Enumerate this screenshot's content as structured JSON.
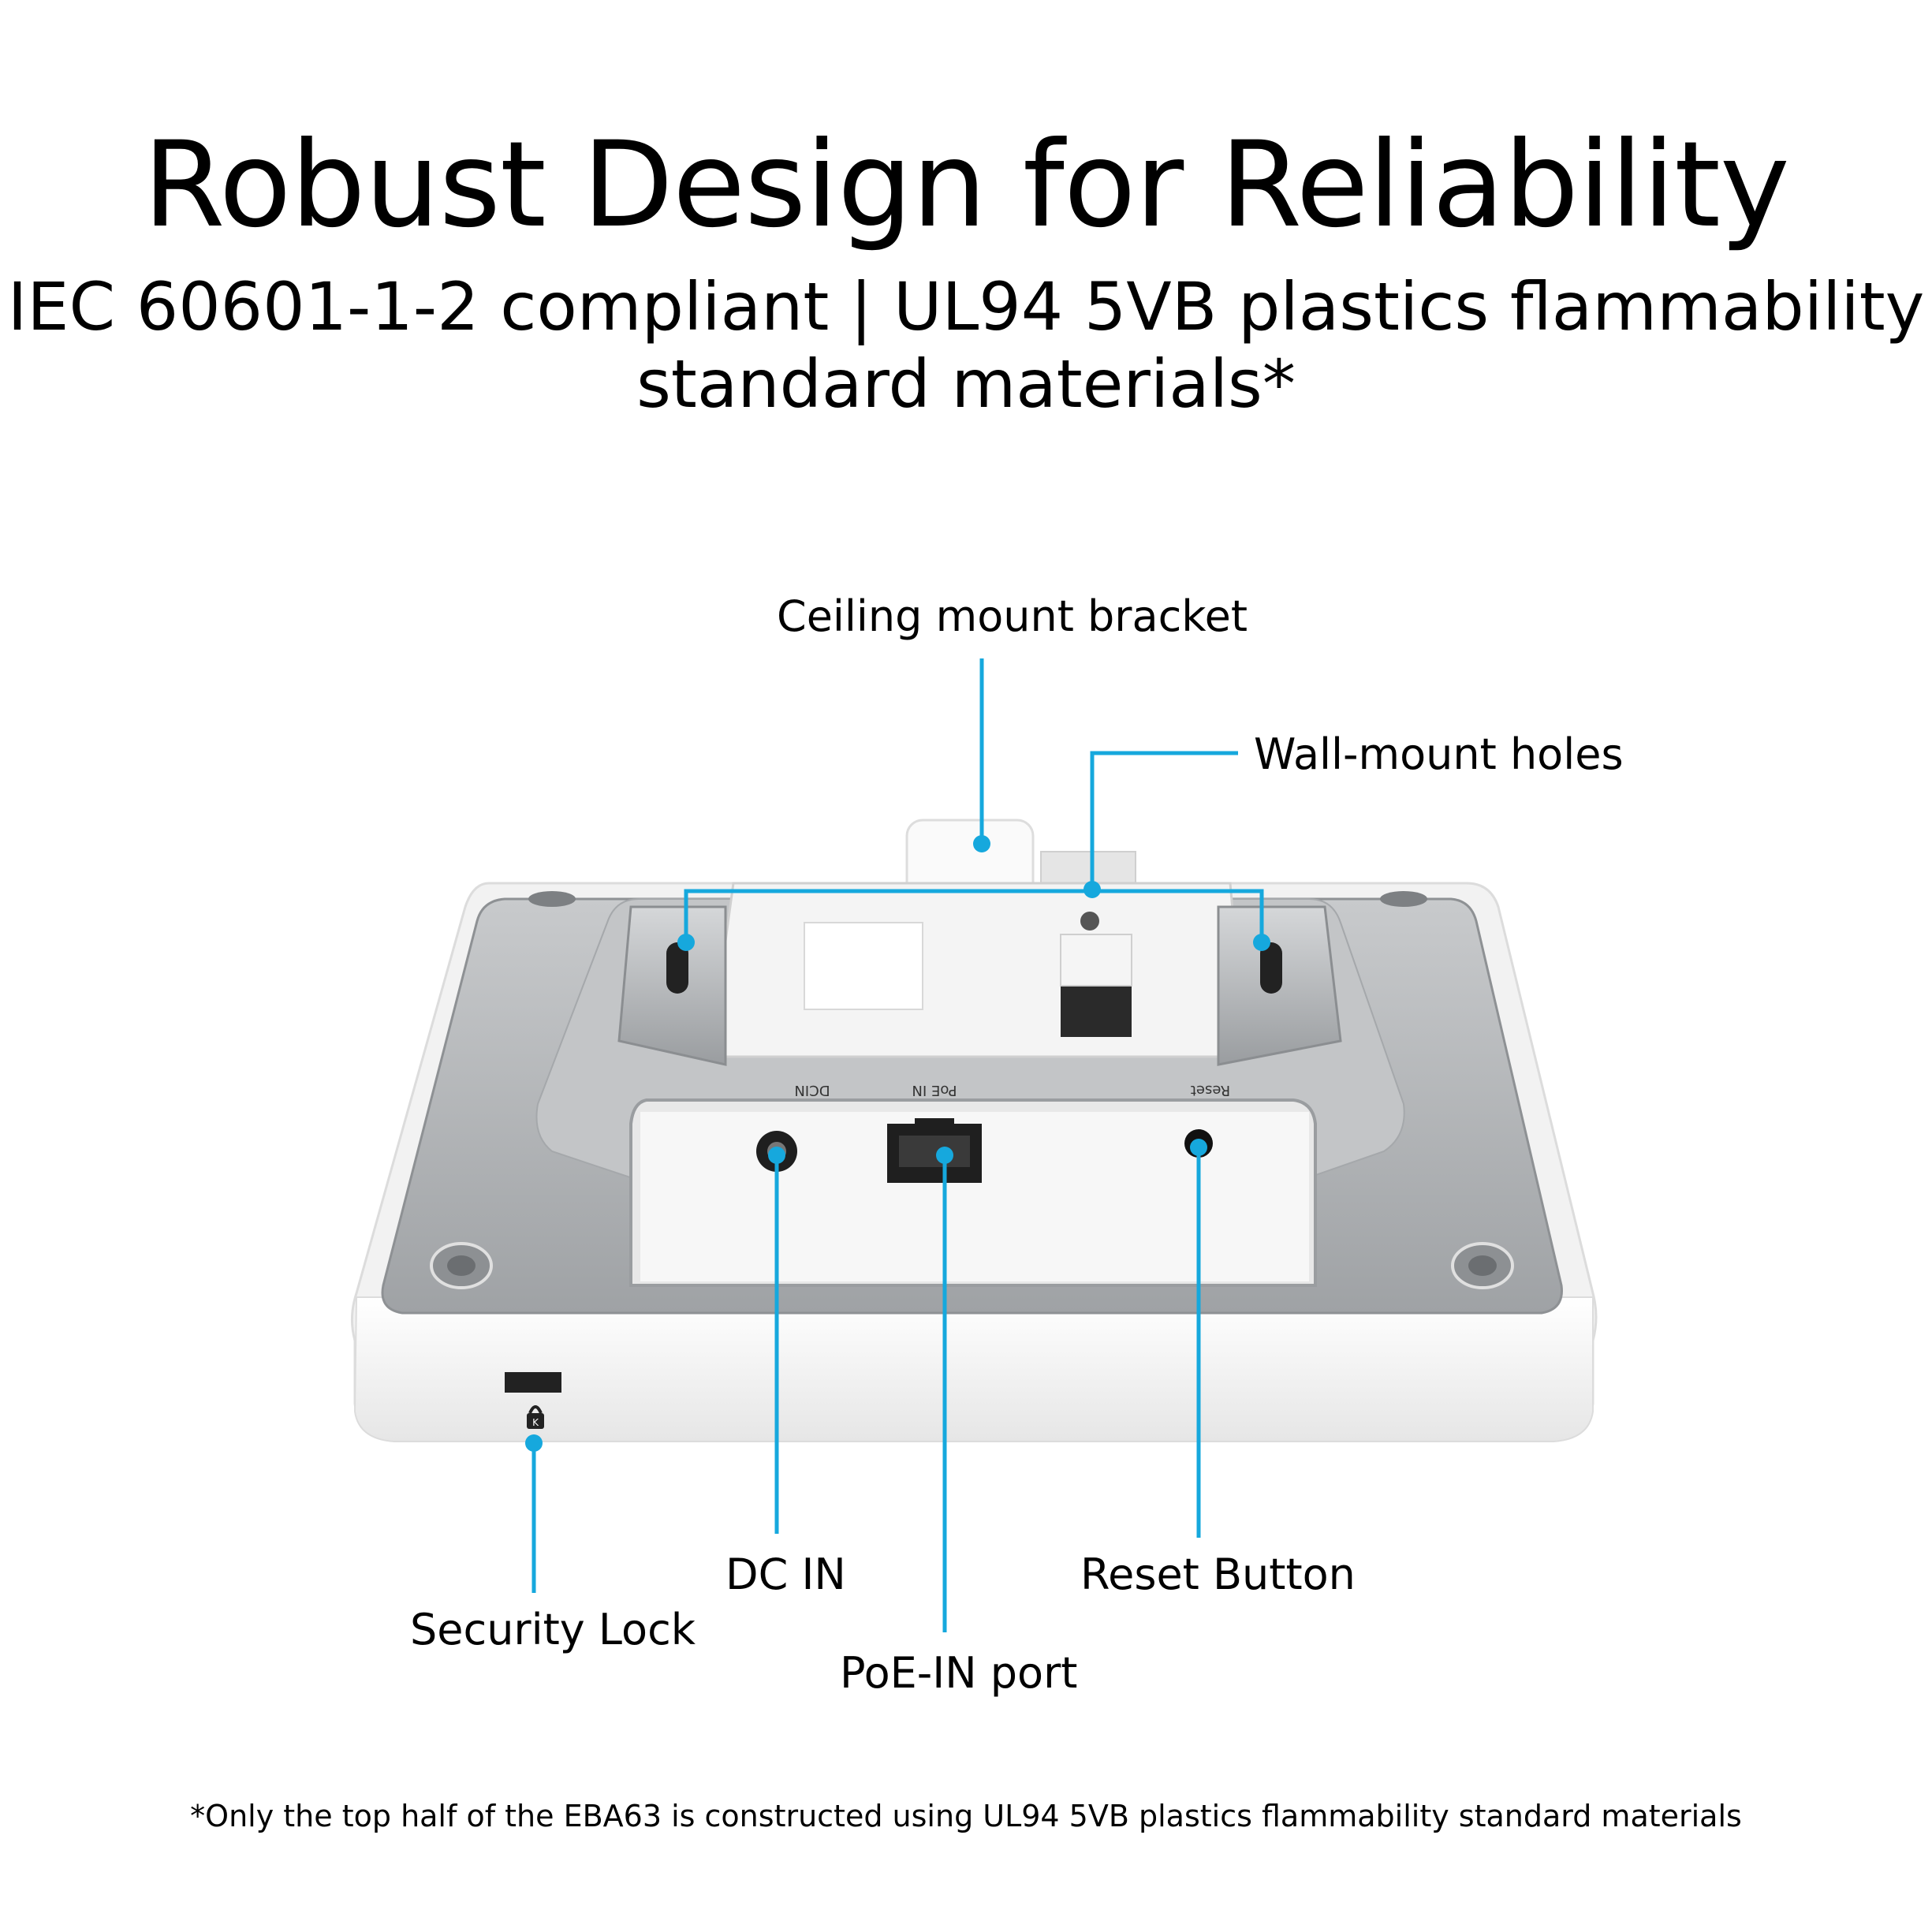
{
  "heading": {
    "title": "Robust Design for Reliability",
    "subtitle_line1": "IEC 60601-1-2 compliant | UL94 5VB plastics flammability",
    "subtitle_line2": "standard materials*"
  },
  "callouts": {
    "ceiling_mount": "Ceiling mount bracket",
    "wall_mount": "Wall-mount holes",
    "security_lock": "Security Lock",
    "dc_in": "DC IN",
    "poe_in": "PoE-IN port",
    "reset": "Reset Button"
  },
  "port_labels": {
    "dc_in": "DCIN",
    "poe_in": "PoE IN",
    "reset": "Reset"
  },
  "lock_badge": "K",
  "footnote": "*Only the top half of the EBA63 is constructed using UL94 5VB plastics flammability standard materials",
  "colors": {
    "callout": "#16a8dd",
    "housing_white": "#f4f4f4",
    "plate_silver": "#b9bbbd"
  }
}
